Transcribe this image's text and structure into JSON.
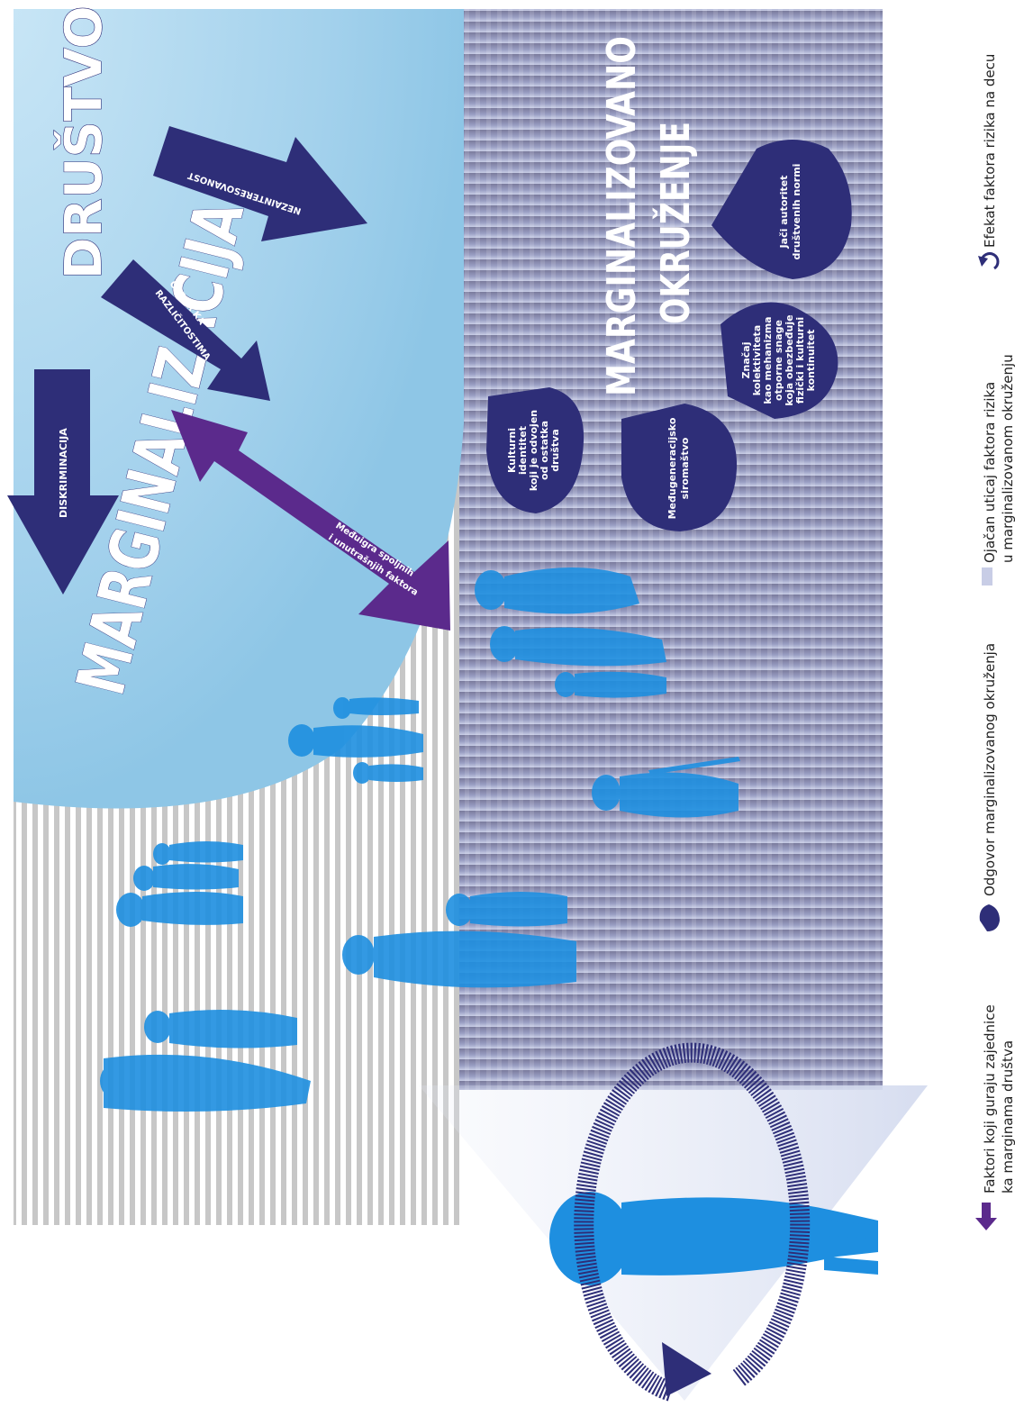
{
  "titles": {
    "drustvo": "DRUŠTVO",
    "marginalizacija": "MARGINALIZACIJA",
    "env_line1": "MARGINALIZOVANO",
    "env_line2": "OKRUŽENJE"
  },
  "arrows": {
    "diskriminacija": "DISKRIMINACIJA",
    "otpor_line1": "OTPOR KA",
    "otpor_line2": "RAZLIČITOSTIMA",
    "nezainteresovanost": "NEZAINTERESOVANOST",
    "medjuigra_line1": "Međuigra spoljnih",
    "medjuigra_line2": "i unutrašnjih faktora"
  },
  "responses": {
    "kulturni": [
      "Kulturni",
      "identitet",
      "koji je odvojen",
      "od ostatka",
      "društva"
    ],
    "siromastvo": [
      "Međugeneracijsko",
      "siromaštvo"
    ],
    "kolektivitet": [
      "Značaj",
      "kolektiviteta",
      "kao mehanizma",
      "otporne snage",
      "koja obezbeđuje",
      "fizički i kulturni",
      "kontinuitet"
    ],
    "autoritet": [
      "Jači autoritet",
      "društvenih normi"
    ]
  },
  "legend": {
    "faktori_line1": "Faktori koji guraju zajednice",
    "faktori_line2": "ka marginama društva",
    "odgovor": "Odgovor marginalizovanog okruženja",
    "ojacan_line1": "Ojačan uticaj faktora rizika",
    "ojacan_line2": "u marginalizovanom okruženju",
    "efekat": "Efekat faktora rizika na decu"
  },
  "colors": {
    "navy": "#2e2e78",
    "purple": "#5b2a8c",
    "sky": "#a8d4ec",
    "slate": "#8a8aa8",
    "figure_blue": "#1e8fe0",
    "stripe_gray": "#c4c4c4"
  }
}
